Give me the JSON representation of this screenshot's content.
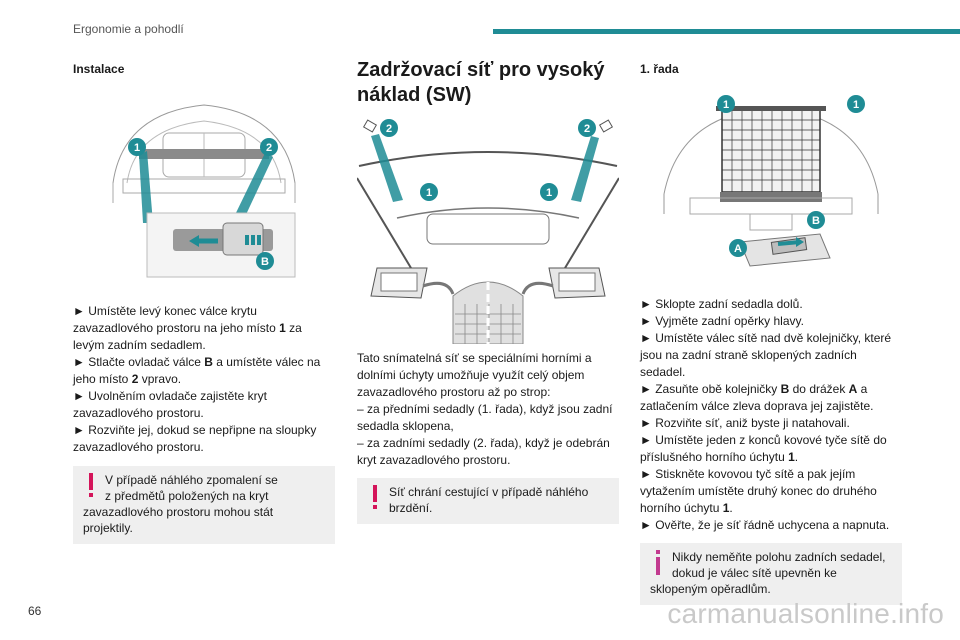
{
  "header": {
    "title": "Ergonomie a pohodlí"
  },
  "page_number": "66",
  "watermark": "carmanualsonline.info",
  "section_install": {
    "heading": "Instalace",
    "figure_labels": [
      "1",
      "2",
      "B"
    ],
    "steps": [
      {
        "pre": "► Umístěte levý konec válce krytu zavazadlového prostoru na jeho místo ",
        "bold": "1",
        "post": " za levým zadním sedadlem."
      },
      {
        "pre": "► Stlačte ovladač válce ",
        "bold": "B",
        "post": " a umístěte válec na jeho místo "
      },
      {
        "pre": "",
        "bold": "2",
        "post": " vpravo."
      },
      {
        "pre": "► Uvolněním ovladače zajistěte kryt zavazadlového prostoru.",
        "bold": "",
        "post": ""
      },
      {
        "pre": "► Rozviňte jej, dokud se nepřipne na sloupky zavazadlového prostoru.",
        "bold": "",
        "post": ""
      }
    ],
    "warning": {
      "line1": "V případě náhlého zpomalení se",
      "line2": "z předmětů položených na kryt",
      "rest": "zavazadlového prostoru mohou stát projektily."
    }
  },
  "section_net": {
    "heading_line1": "Zadržovací síť pro vysoký",
    "heading_line2": "náklad (SW)",
    "figure_labels": [
      "2",
      "2",
      "1",
      "1"
    ],
    "paragraphs": [
      "Tato snímatelná síť se speciálními horními a dolními úchyty umožňuje využít celý objem zavazadlového prostoru až po strop:",
      "–  za předními sedadly (1. řada), když jsou zadní sedadla sklopena,",
      "–  za zadními sedadly (2. řada), když je odebrán kryt zavazadlového prostoru."
    ],
    "warning": {
      "line1": "Síť chrání cestující v případě náhlého",
      "line2": "brzdění."
    }
  },
  "section_row1": {
    "heading": "1. řada",
    "figure_labels": [
      "1",
      "1",
      "A",
      "B"
    ],
    "steps": [
      {
        "pre": "► Sklopte zadní sedadla dolů.",
        "bold": "",
        "post": ""
      },
      {
        "pre": "► Vyjměte zadní opěrky hlavy.",
        "bold": "",
        "post": ""
      },
      {
        "pre": "► Umístěte válec sítě nad dvě kolejničky, které jsou na zadní straně sklopených zadních sedadel.",
        "bold": "",
        "post": ""
      },
      {
        "pre": "► Zasuňte obě kolejničky ",
        "bold": "B",
        "post": " do drážek "
      },
      {
        "pre": "zatlačením válce zleva doprava jej zajistěte.",
        "bold": "",
        "post": ""
      },
      {
        "pre": "► Rozviňte síť, aniž byste ji natahovali.",
        "bold": "",
        "post": ""
      },
      {
        "pre": "► Umístěte jeden z konců kovové tyče sítě do příslušného horního úchytu ",
        "bold": "1",
        "post": "."
      },
      {
        "pre": "► Stiskněte kovovou tyč sítě a pak jejím vytažením umístěte druhý konec do druhého horního úchytu ",
        "bold": "1",
        "post": "."
      },
      {
        "pre": "► Ověřte, že je síť řádně uchycena a napnuta.",
        "bold": "",
        "post": ""
      }
    ],
    "step4_bold2": "A",
    "step4_post2": " a",
    "info": {
      "line1": "Nikdy neměňte polohu zadních sedadel,",
      "line2": "dokud je válec sítě upevněn ke",
      "rest": "sklopeným opěradlům."
    }
  },
  "colors": {
    "accent": "#1f8c95",
    "warning": "#d4145a",
    "info": "#c23a8f",
    "note_bg": "#efefef"
  },
  "icons": {
    "warning": "exclamation-icon",
    "info": "info-icon"
  }
}
